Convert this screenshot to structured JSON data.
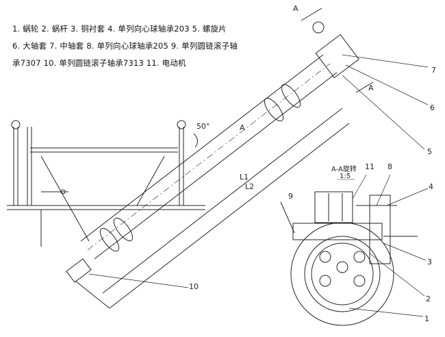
{
  "legend": {
    "line1": "1. 蜗轮   2. 蜗杆   3. 铜衬套   4. 单列向心球轴承203  5. 螺旋片",
    "line2": "6. 大轴套  7. 中轴套  8. 单列向心球轴承205  9. 单列圆链滚子轴",
    "line3": "承7307  10. 单列圆链滚子轴承7313  11. 电动机"
  },
  "labels": {
    "n1": "1",
    "n2": "2",
    "n3": "3",
    "n4": "4",
    "n5": "5",
    "n6": "6",
    "n7": "7",
    "n8": "8",
    "n9": "9",
    "n10": "10",
    "n11": "11",
    "sectionA_top": "A",
    "sectionA_right": "A",
    "dimA": "A",
    "L1": "L1",
    "L2": "L2",
    "angle": "50°",
    "section_title": "A-A旋转",
    "scale": "1:5"
  }
}
